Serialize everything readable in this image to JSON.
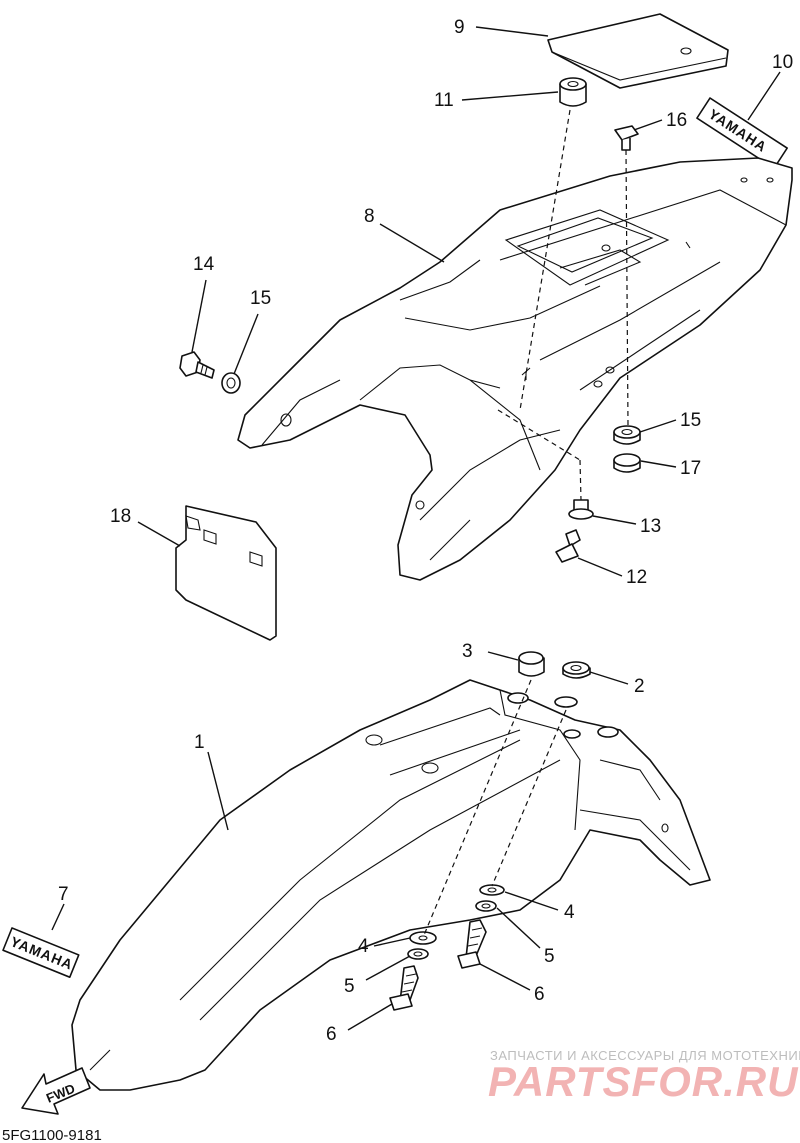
{
  "callouts": [
    "9",
    "10",
    "11",
    "16",
    "8",
    "14",
    "15",
    "15",
    "17",
    "13",
    "12",
    "18",
    "3",
    "2",
    "1",
    "4",
    "5",
    "6",
    "7",
    "4",
    "5",
    "6"
  ],
  "decal_text": "YAMAHA",
  "fwd_label": "FWD",
  "diagram_code": "5FG1100-9181",
  "watermark": {
    "top": "ЗАПЧАСТИ И АКСЕССУАРЫ ДЛЯ МОТОТЕХНИКИ",
    "logo": "PARTSFOR.RU"
  },
  "colors": {
    "line": "#111111",
    "watermark": "#f2b3b3"
  }
}
